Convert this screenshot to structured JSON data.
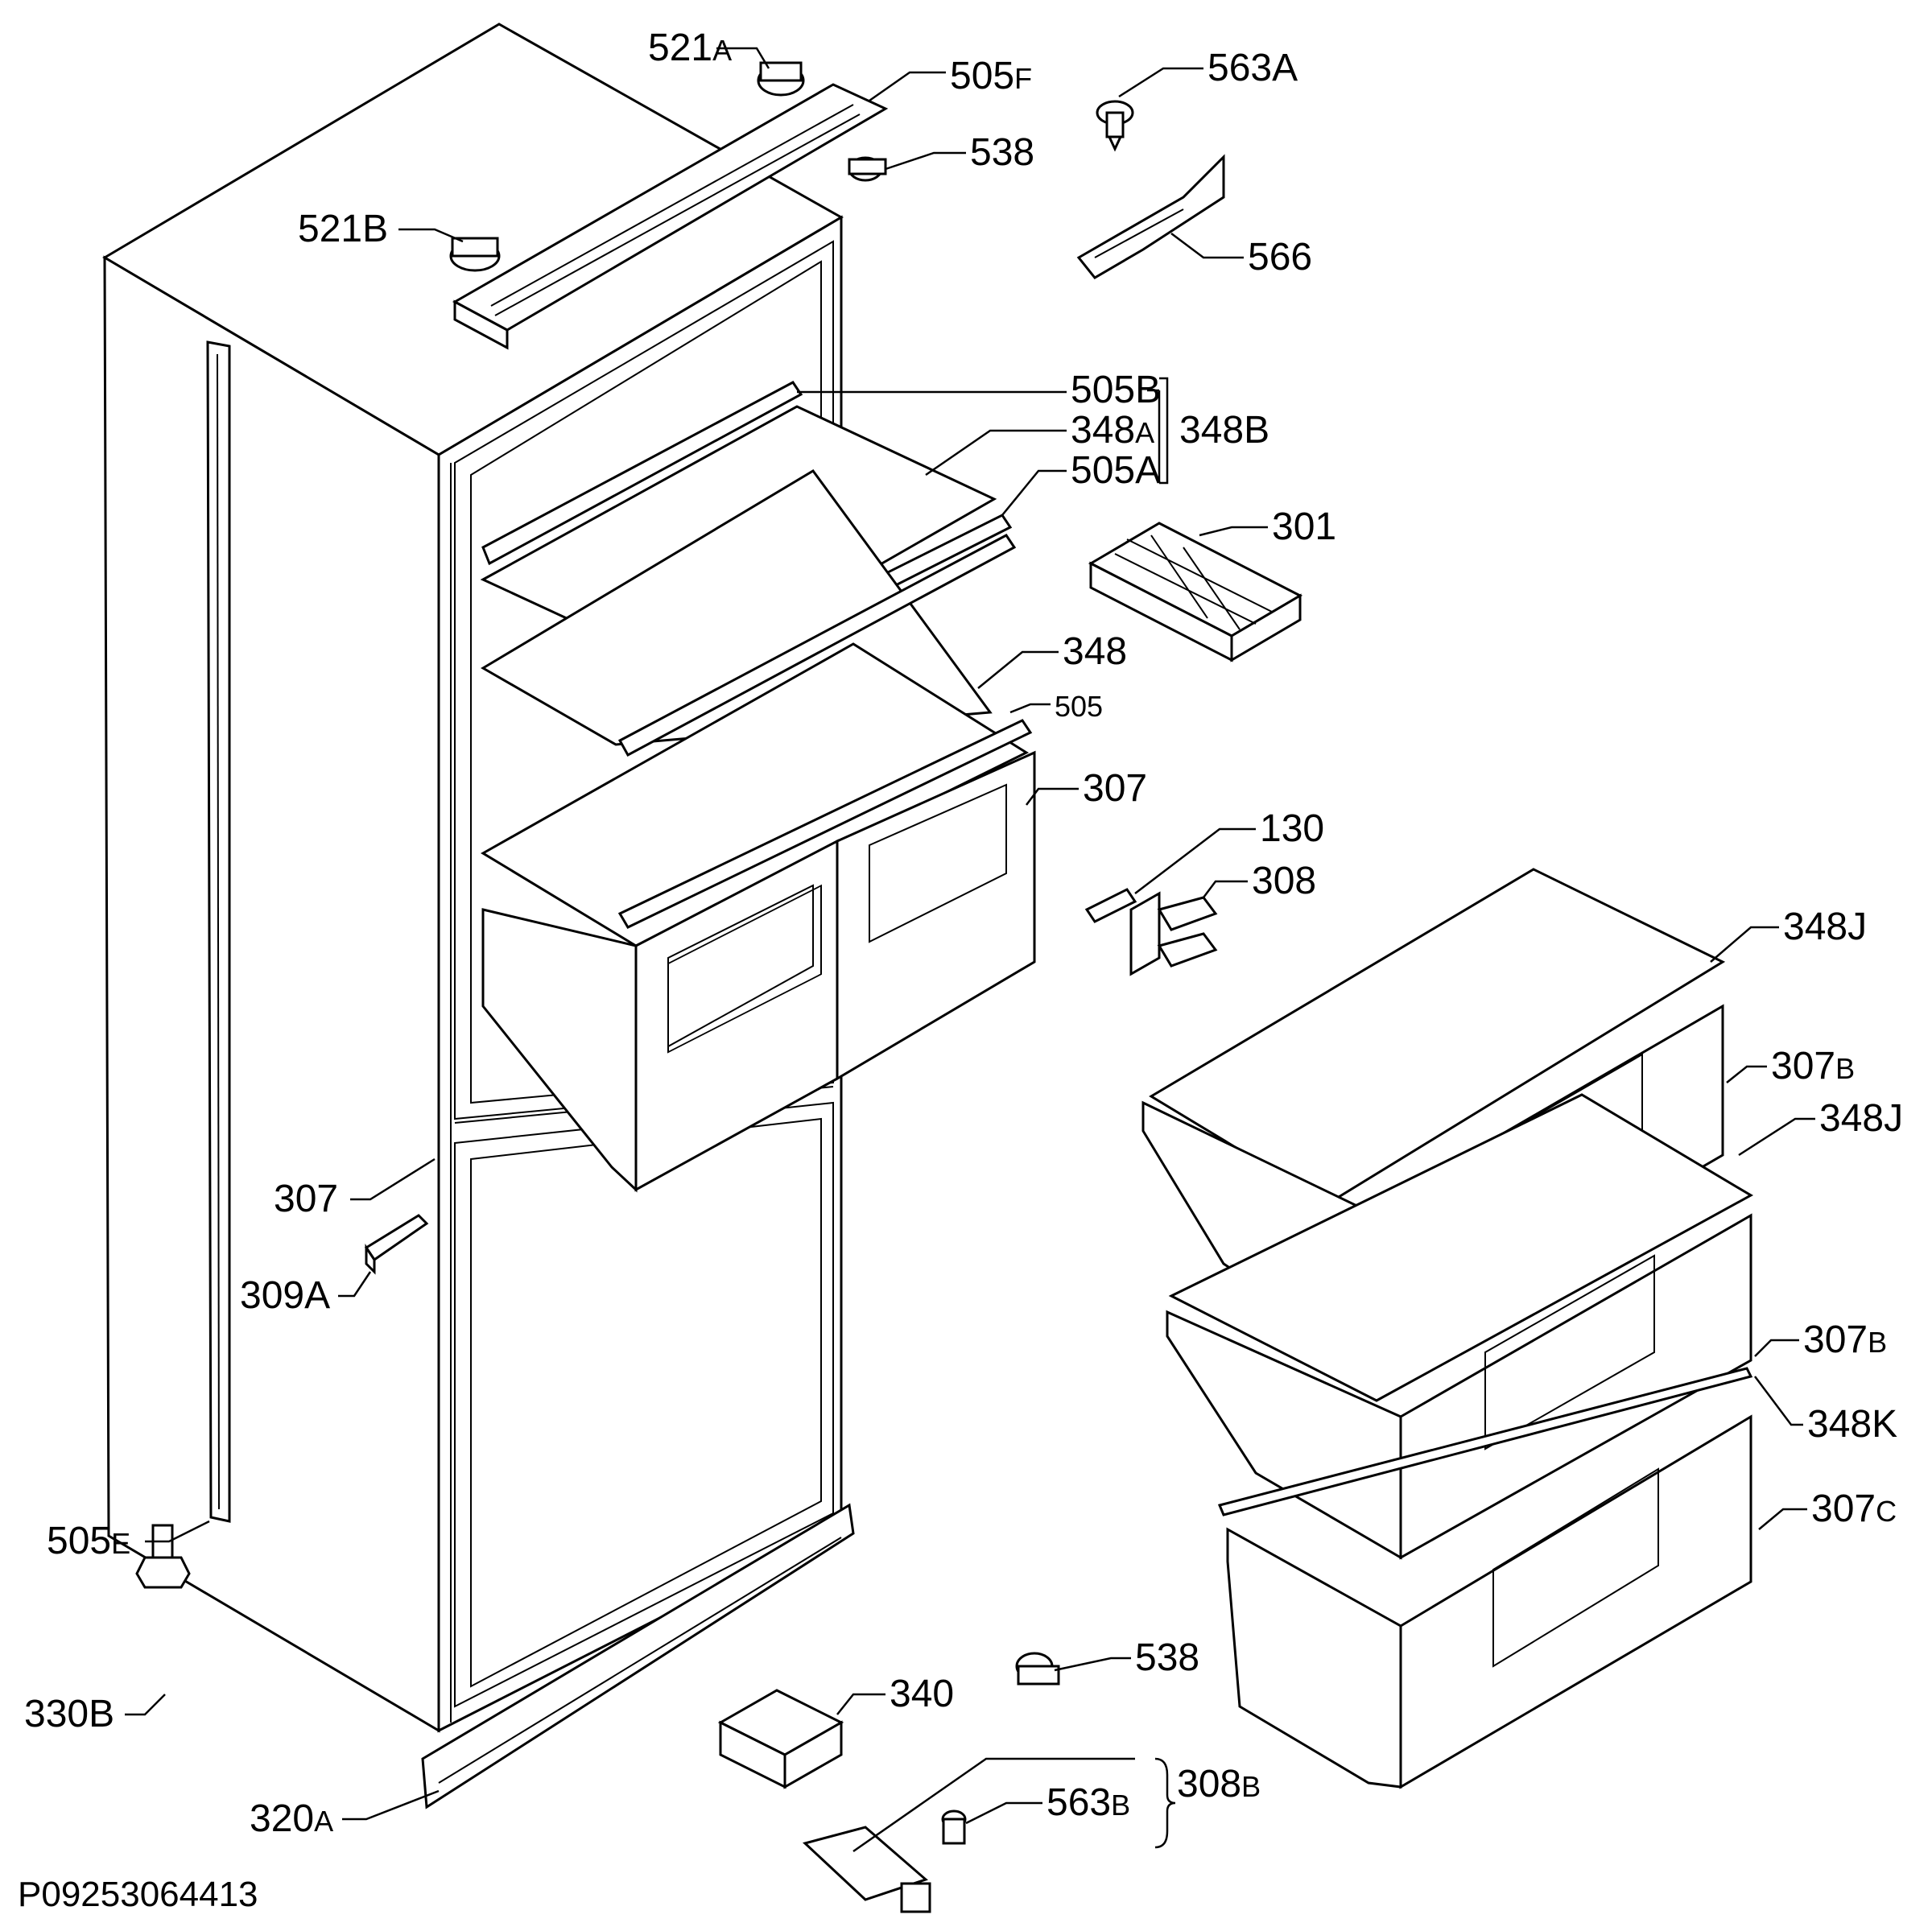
{
  "drawing": {
    "reference": "P09253064413"
  },
  "callouts": [
    {
      "id": "521A",
      "main": "521",
      "suffix": "A"
    },
    {
      "id": "505F",
      "main": "505",
      "suffix": "F"
    },
    {
      "id": "563A",
      "main": "563A",
      "suffix": ""
    },
    {
      "id": "538-top",
      "main": "538",
      "suffix": ""
    },
    {
      "id": "521B",
      "main": "521B",
      "suffix": ""
    },
    {
      "id": "566",
      "main": "566",
      "suffix": ""
    },
    {
      "id": "505B",
      "main": "505B",
      "suffix": ""
    },
    {
      "id": "348A",
      "main": "348",
      "suffix": "A"
    },
    {
      "id": "348B",
      "main": "348B",
      "suffix": ""
    },
    {
      "id": "505A",
      "main": "505A",
      "suffix": ""
    },
    {
      "id": "301",
      "main": "301",
      "suffix": ""
    },
    {
      "id": "348",
      "main": "348",
      "suffix": ""
    },
    {
      "id": "505",
      "main": "505",
      "suffix": ""
    },
    {
      "id": "307-top",
      "main": "307",
      "suffix": ""
    },
    {
      "id": "130",
      "main": "130",
      "suffix": ""
    },
    {
      "id": "308",
      "main": "308",
      "suffix": ""
    },
    {
      "id": "348J-1",
      "main": "348J",
      "suffix": ""
    },
    {
      "id": "307B-1",
      "main": "307",
      "suffix": "B"
    },
    {
      "id": "348J-2",
      "main": "348J",
      "suffix": ""
    },
    {
      "id": "307-left",
      "main": "307",
      "suffix": ""
    },
    {
      "id": "309A",
      "main": "309A",
      "suffix": ""
    },
    {
      "id": "307B-2",
      "main": "307",
      "suffix": "B"
    },
    {
      "id": "348K",
      "main": "348K",
      "suffix": ""
    },
    {
      "id": "307C",
      "main": "307",
      "suffix": "C"
    },
    {
      "id": "505E",
      "main": "505",
      "suffix": "E"
    },
    {
      "id": "330B",
      "main": "330B",
      "suffix": ""
    },
    {
      "id": "538-bottom",
      "main": "538",
      "suffix": ""
    },
    {
      "id": "340",
      "main": "340",
      "suffix": ""
    },
    {
      "id": "563B",
      "main": "563",
      "suffix": "B"
    },
    {
      "id": "308B",
      "main": "308",
      "suffix": "B"
    },
    {
      "id": "320A",
      "main": "320",
      "suffix": "A"
    }
  ]
}
